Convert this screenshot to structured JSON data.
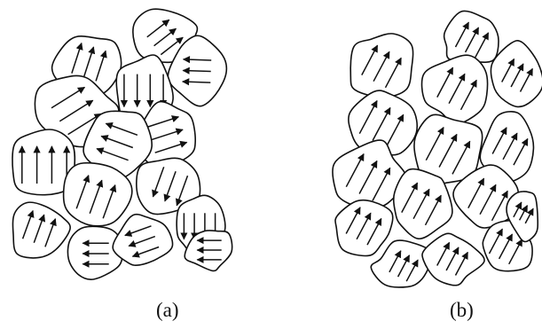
{
  "panels": [
    {
      "id": "a",
      "label": "(a)",
      "description_state": "random",
      "grains": [
        {
          "name": "grain-a1",
          "arrow_direction_deg": 72,
          "arrow_count": 3
        },
        {
          "name": "grain-a2",
          "arrow_direction_deg": 38,
          "arrow_count": 3
        },
        {
          "name": "grain-a3",
          "arrow_direction_deg": 178,
          "arrow_count": 3
        },
        {
          "name": "grain-a4",
          "arrow_direction_deg": 32,
          "arrow_count": 3
        },
        {
          "name": "grain-a5",
          "arrow_direction_deg": 270,
          "arrow_count": 4
        },
        {
          "name": "grain-a6",
          "arrow_direction_deg": 18,
          "arrow_count": 3
        },
        {
          "name": "grain-a7",
          "arrow_direction_deg": 90,
          "arrow_count": 4
        },
        {
          "name": "grain-a8",
          "arrow_direction_deg": 160,
          "arrow_count": 3
        },
        {
          "name": "grain-a9",
          "arrow_direction_deg": 70,
          "arrow_count": 3
        },
        {
          "name": "grain-a10",
          "arrow_direction_deg": 70,
          "arrow_count": 3
        },
        {
          "name": "grain-a11",
          "arrow_direction_deg": 250,
          "arrow_count": 3
        },
        {
          "name": "grain-a12",
          "arrow_direction_deg": 180,
          "arrow_count": 3
        },
        {
          "name": "grain-a13",
          "arrow_direction_deg": 200,
          "arrow_count": 3
        },
        {
          "name": "grain-a14",
          "arrow_direction_deg": 270,
          "arrow_count": 4
        },
        {
          "name": "grain-a15",
          "arrow_direction_deg": 180,
          "arrow_count": 3
        }
      ]
    },
    {
      "id": "b",
      "label": "(b)",
      "description_state": "aligned",
      "grains": [
        {
          "name": "grain-b1",
          "arrow_direction_deg": 62,
          "arrow_count": 3
        },
        {
          "name": "grain-b2",
          "arrow_direction_deg": 62,
          "arrow_count": 3
        },
        {
          "name": "grain-b3",
          "arrow_direction_deg": 62,
          "arrow_count": 3
        },
        {
          "name": "grain-b4",
          "arrow_direction_deg": 62,
          "arrow_count": 3
        },
        {
          "name": "grain-b5",
          "arrow_direction_deg": 62,
          "arrow_count": 3
        },
        {
          "name": "grain-b6",
          "arrow_direction_deg": 62,
          "arrow_count": 3
        },
        {
          "name": "grain-b7",
          "arrow_direction_deg": 62,
          "arrow_count": 3
        },
        {
          "name": "grain-b8",
          "arrow_direction_deg": 62,
          "arrow_count": 3
        },
        {
          "name": "grain-b9",
          "arrow_direction_deg": 62,
          "arrow_count": 3
        },
        {
          "name": "grain-b10",
          "arrow_direction_deg": 62,
          "arrow_count": 3
        },
        {
          "name": "grain-b11",
          "arrow_direction_deg": 62,
          "arrow_count": 3
        },
        {
          "name": "grain-b12",
          "arrow_direction_deg": 62,
          "arrow_count": 3
        },
        {
          "name": "grain-b13",
          "arrow_direction_deg": 62,
          "arrow_count": 3
        },
        {
          "name": "grain-b14",
          "arrow_direction_deg": 62,
          "arrow_count": 3
        },
        {
          "name": "grain-b15",
          "arrow_direction_deg": 62,
          "arrow_count": 3
        }
      ]
    }
  ],
  "colors": {
    "stroke": "#111111",
    "fill": "#ffffff",
    "background": "#ffffff"
  }
}
